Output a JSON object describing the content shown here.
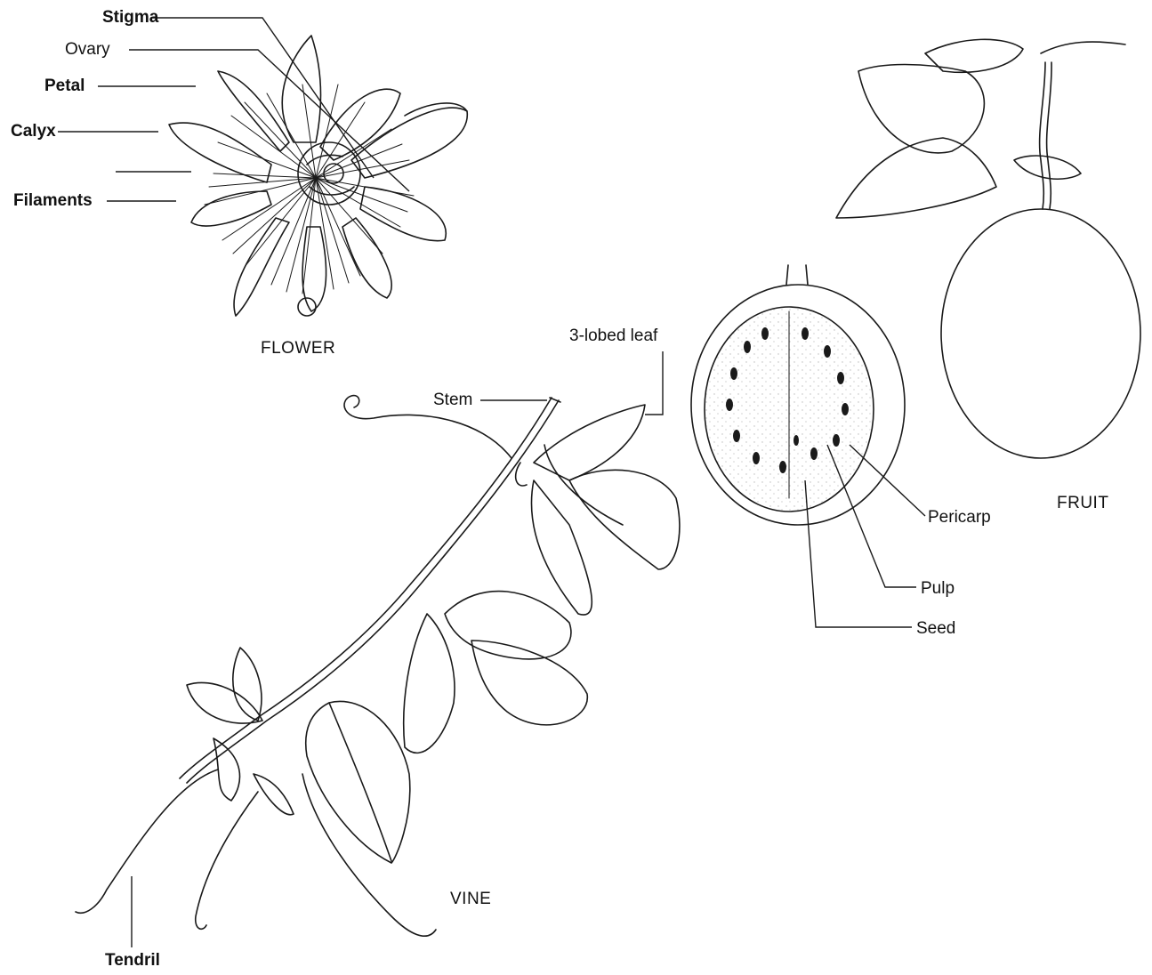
{
  "captions": {
    "flower": "FLOWER",
    "vine": "VINE",
    "fruit": "FRUIT"
  },
  "labels": {
    "stigma": "Stigma",
    "ovary": "Ovary",
    "petal": "Petal",
    "calyx": "Calyx",
    "filaments": "Filaments",
    "three_lobed_leaf": "3-lobed leaf",
    "stem": "Stem",
    "pericarp": "Pericarp",
    "pulp": "Pulp",
    "seed": "Seed",
    "tendril": "Tendril"
  }
}
